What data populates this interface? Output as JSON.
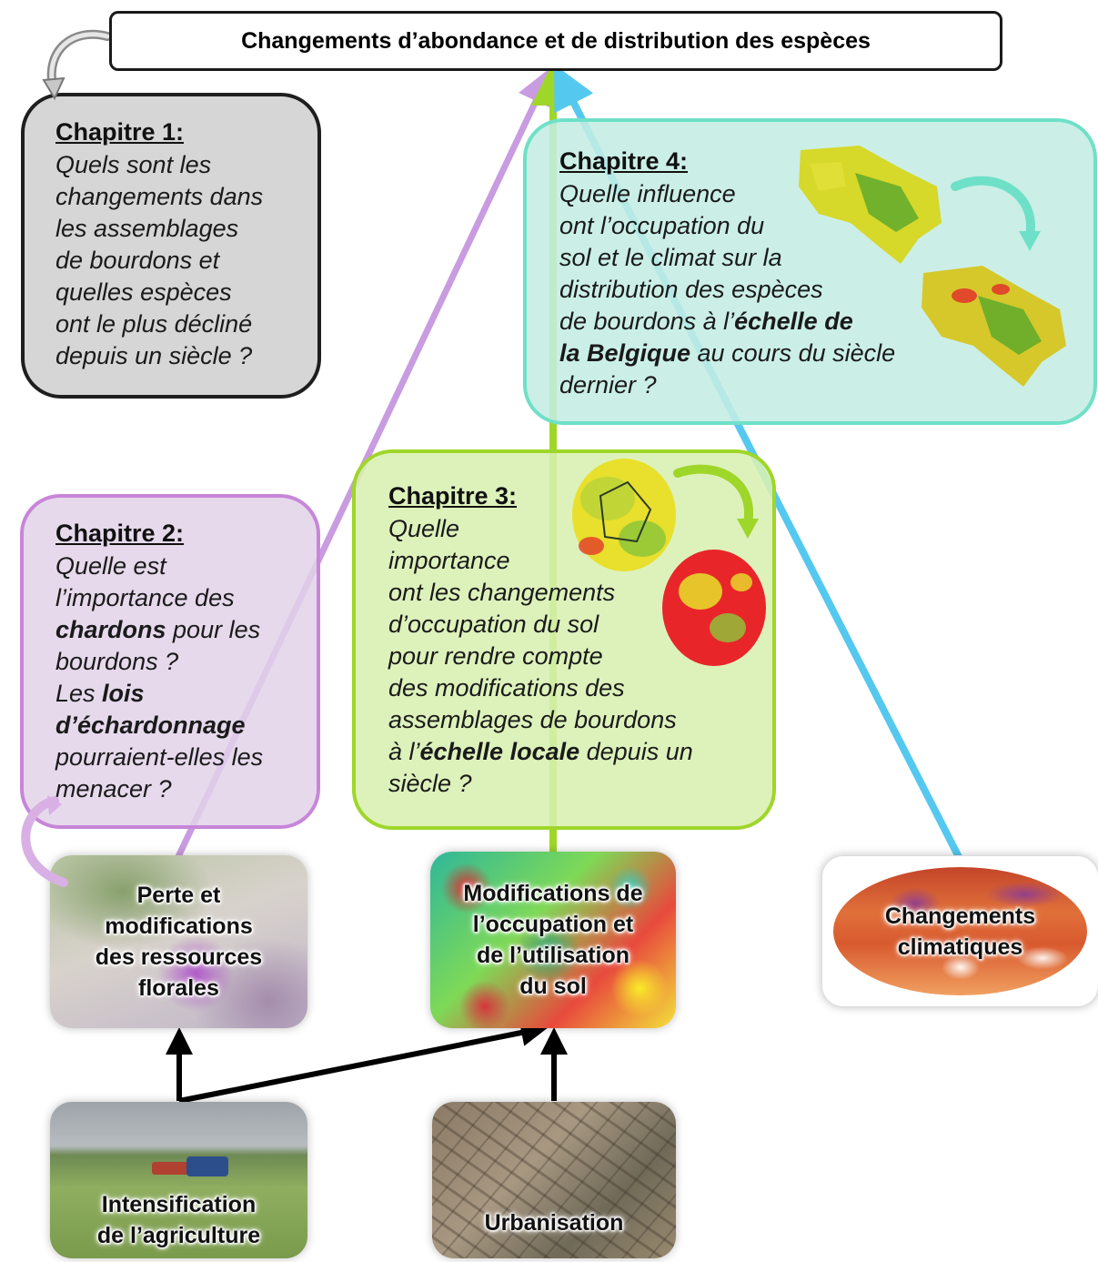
{
  "title": "Changements d’abondance et de distribution des espèces",
  "chapters": [
    {
      "heading": "Chapitre 1:",
      "lines": [
        "Quels sont les",
        "changements dans",
        "les assemblages",
        "de bourdons et",
        "quelles espèces",
        "ont le plus décliné",
        "depuis un siècle ?"
      ]
    },
    {
      "heading": "Chapitre 2:",
      "lines": [
        "Quelle est",
        "l’importance des"
      ],
      "l3_bold": "chardons",
      "l3_rest": " pour les",
      "l4": "bourdons ?",
      "l5_pre": "Les ",
      "l5_bold": "lois",
      "l6_bold": "d’échardonnage",
      "l7": "pourraient-elles les",
      "l8": "menacer ?"
    },
    {
      "heading": "Chapitre 3:",
      "lines": [
        "Quelle",
        "importance",
        "ont les changements",
        "d’occupation du sol",
        "pour rendre compte",
        "des modifications des",
        "assemblages de bourdons"
      ],
      "l8_pre": "à l’",
      "l8_bold": "échelle locale",
      "l8_rest": " depuis un",
      "l9": "siècle ?"
    },
    {
      "heading": "Chapitre 4:",
      "lines": [
        "Quelle influence",
        "ont l’occupation du",
        "sol et le climat sur la",
        "distribution des espèces"
      ],
      "l5_pre": "de bourdons à l’",
      "l5_bold": "échelle de",
      "l6_bold": "la Belgique",
      "l6_rest": " au cours du siècle",
      "l7": "dernier ?"
    }
  ],
  "drivers": {
    "perte": [
      "Perte et",
      "modifications",
      "des ressources",
      "florales"
    ],
    "modif": [
      "Modifications de",
      "l’occupation et",
      "de l’utilisation",
      "du sol"
    ],
    "climat": [
      "Changements",
      "climatiques"
    ],
    "intensification": [
      "Intensification",
      "de l’agriculture"
    ],
    "urbanisation": [
      "Urbanisation"
    ]
  },
  "colors": {
    "chapitre1": "#1e1e1e",
    "chapitre2": "#c786d8",
    "chapitre3": "#9fd62a",
    "chapitre4": "#6fe0c8",
    "climat_arrow": "#55c8f0",
    "black_arrows": "#000000"
  },
  "icons": [
    "curved-arrow-icon",
    "belgium-map-icon",
    "local-map-icon",
    "world-map-icon",
    "thistle-photo",
    "tractor-photo",
    "aerial-city-photo"
  ]
}
